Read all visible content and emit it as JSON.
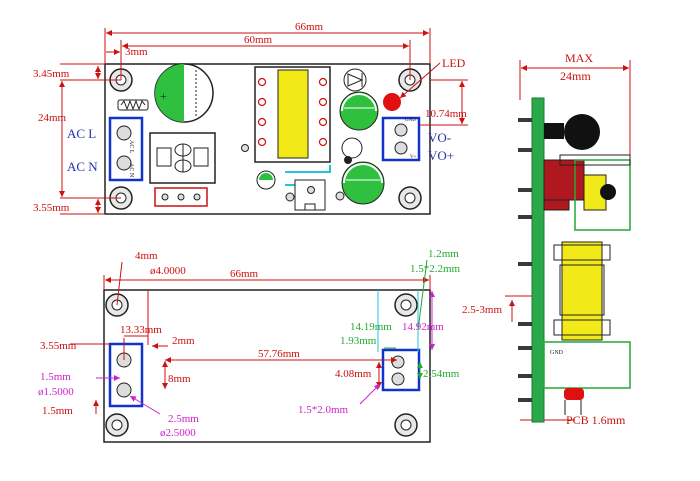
{
  "colors": {
    "dim_red": "#cc1111",
    "dim_blue": "#3344cc",
    "dim_green": "#22aa33",
    "dim_magenta": "#cc22cc",
    "cyan": "#22c4dd",
    "pcb_green": "#2aa84a",
    "transformer_yellow": "#f2ea18",
    "cap_green": "#30c040",
    "led_red": "#e01010",
    "relay_maroon": "#b01820"
  },
  "top_view": {
    "dim_width": "66mm",
    "dim_mount_span": "60mm",
    "dim_edge": "3mm",
    "dim_top_offset": "3.45mm",
    "dim_height": "24mm",
    "dim_bottom_offset": "3.55mm",
    "dim_output_offset": "10.74mm",
    "label_led": "LED",
    "label_ac_l": "AC L",
    "label_ac_n": "AC N",
    "label_vo_minus": "VO-",
    "label_vo_plus": "VO+",
    "silk_gnd": "GND",
    "silk_v": "V+",
    "silk_l": "AC L",
    "silk_n": "AC N"
  },
  "bottom_view": {
    "dim_hole_dia": "4mm",
    "dim_hole_dia_precise": "ø4.0000",
    "dim_width": "66mm",
    "dim_13_33": "13.33mm",
    "dim_2mm": "2mm",
    "dim_3_55": "3.55mm",
    "dim_57_76": "57.76mm",
    "dim_8mm": "8mm",
    "dim_1_5": "1.5mm",
    "dim_1_5_dia": "ø1.5000",
    "dim_1_5_bottom": "1.5mm",
    "dim_2_5": "2.5mm",
    "dim_2_5_dia": "ø2.5000",
    "dim_1_2": "1.2mm",
    "dim_1_5x2_2": "1.5*2.2mm",
    "dim_14_19": "14.19mm",
    "dim_14_92": "14.92mm",
    "dim_1_93": "1.93mm",
    "dim_4_08": "4.08mm",
    "dim_2_54": "2.54mm",
    "dim_1_5x2_0": "1.5*2.0mm",
    "dim_2_5_3": "2.5-3mm"
  },
  "side_view": {
    "label_max": "MAX",
    "dim_height": "24mm",
    "label_pcb": "PCB 1.6mm",
    "silk_gnd": "GND"
  }
}
